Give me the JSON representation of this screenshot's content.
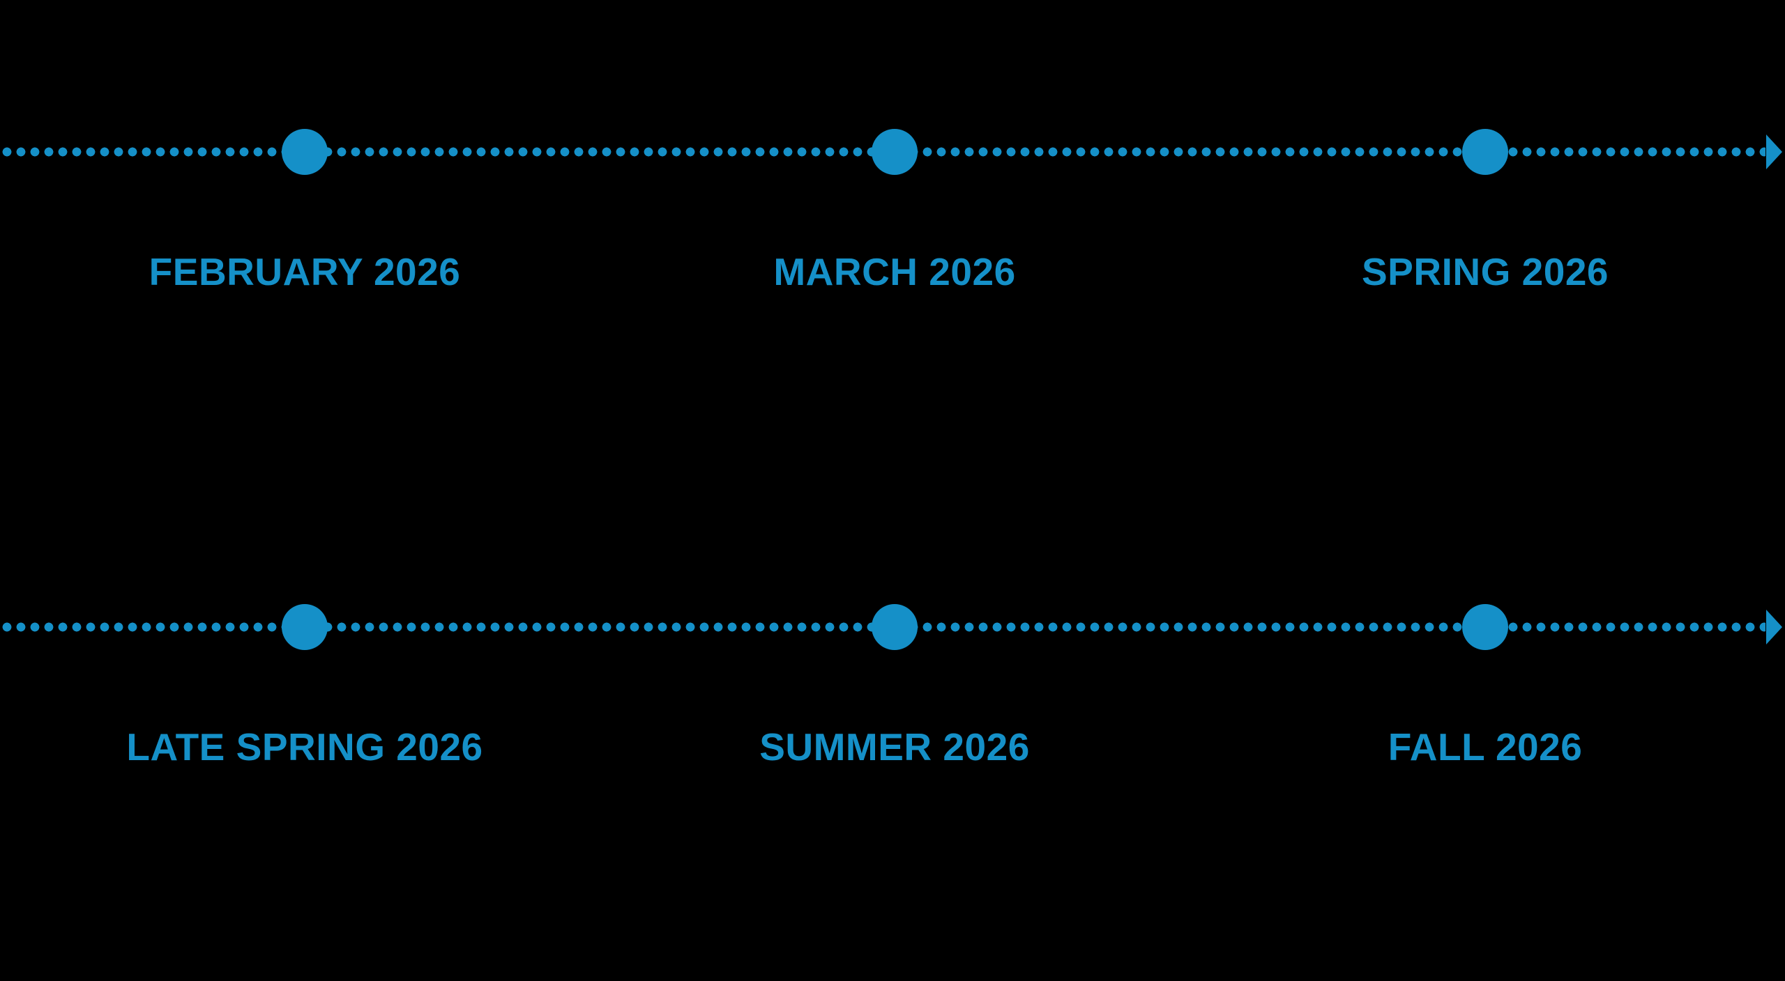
{
  "colors": {
    "accent": "#1590C8",
    "background": "#000000"
  },
  "icons": {
    "arrow_right": "solid right-pointing triangle at end of dotted timeline",
    "milestone_dot": "large filled circle on timeline"
  },
  "timelines": [
    {
      "milestones": [
        {
          "label": "FEBRUARY 2026"
        },
        {
          "label": "MARCH 2026"
        },
        {
          "label": "SPRING 2026"
        }
      ]
    },
    {
      "milestones": [
        {
          "label": "LATE SPRING 2026"
        },
        {
          "label": "SUMMER 2026"
        },
        {
          "label": "FALL 2026"
        }
      ]
    }
  ]
}
